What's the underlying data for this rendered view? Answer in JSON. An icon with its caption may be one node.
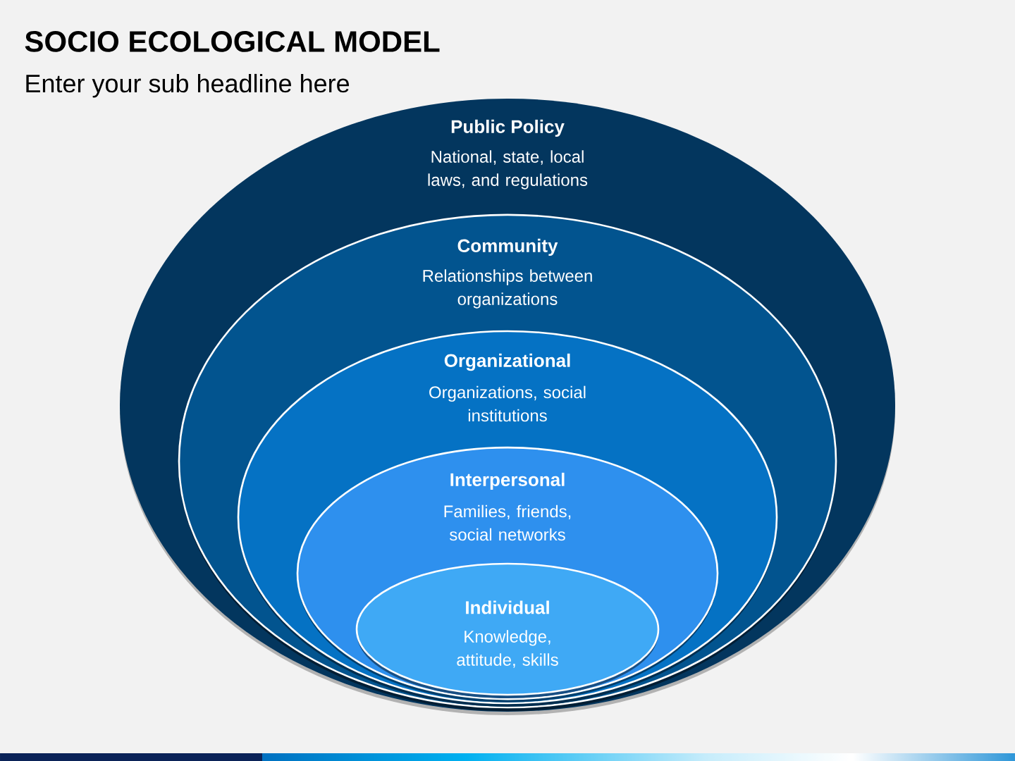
{
  "diagram": {
    "title": "SOCIO ECOLOGICAL MODEL",
    "nodes": [
      {
        "text": [
          "Public Policy",
          "National, state, local laws, and regulations"
        ]
      },
      {
        "text": [
          "Community",
          "Relationships between organizations"
        ],
        "in": 0
      },
      {
        "text": [
          "Organizational",
          "Organizations, social institutions"
        ],
        "in": 1
      },
      {
        "text": [
          "Interpersonal",
          "Families, friends, social networks"
        ],
        "in": 2
      },
      {
        "text": [
          "Individual",
          "Knowledge, attitude, skills"
        ],
        "in": 3
      }
    ],
    "labels": [
      "Enter your sub headline here"
    ]
  }
}
